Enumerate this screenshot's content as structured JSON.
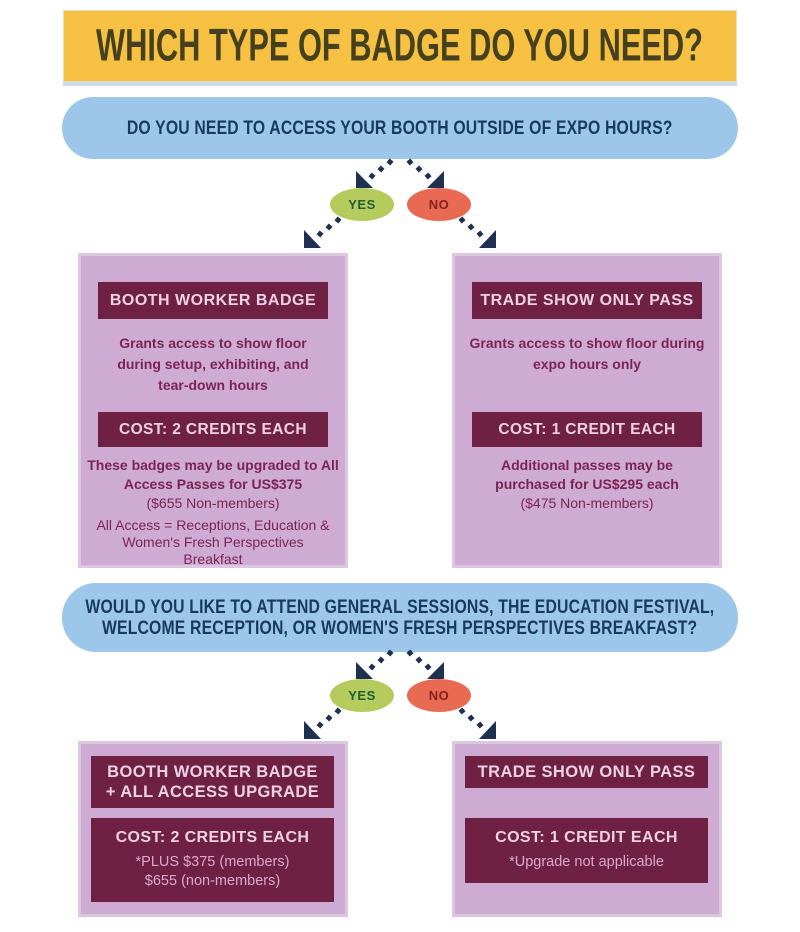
{
  "colors": {
    "banner_bg": "#F6C143",
    "banner_text": "#45411E",
    "question_bg": "#9DC6EB",
    "question_text": "#173A5E",
    "yes_bg": "#B5CB5E",
    "yes_text": "#1B5E33",
    "no_bg": "#E86A52",
    "no_text": "#8A2020",
    "arrow": "#1E3150",
    "card_bg": "#CEABD3",
    "card_border": "#DDC7E0",
    "maroon": "#6E2143",
    "bar_text": "#ECD2E4",
    "body_text": "#7B2453",
    "note_text": "#DBA9CC"
  },
  "banner": {
    "title": "WHICH TYPE OF BADGE DO YOU NEED?"
  },
  "question1": {
    "text": "DO YOU NEED TO ACCESS YOUR BOOTH OUTSIDE OF EXPO HOURS?"
  },
  "decision1": {
    "yes": "YES",
    "no": "NO"
  },
  "row1": {
    "left": {
      "title": "BOOTH WORKER BADGE",
      "description": [
        "Grants access to show floor",
        "during setup, exhibiting, and",
        "tear-down hours"
      ],
      "cost": "COST: 2 CREDITS EACH",
      "upgrade_note": [
        "These badges may be upgraded to All",
        "Access Passes for US$375"
      ],
      "price_note": "($655 Non-members)",
      "all_access_note": [
        "All Access = Receptions, Education &",
        "Women's Fresh Perspectives",
        "Breakfast"
      ]
    },
    "right": {
      "title": "TRADE SHOW ONLY PASS",
      "description": [
        "Grants access to show floor during",
        "expo hours only"
      ],
      "cost": "COST: 1 CREDIT EACH",
      "upgrade_note": [
        "Additional passes may be",
        "purchased for US$295 each"
      ],
      "price_note": "($475 Non-members)"
    }
  },
  "question2": {
    "line1": "WOULD YOU LIKE TO ATTEND GENERAL SESSIONS, THE EDUCATION FESTIVAL,",
    "line2": "WELCOME RECEPTION, OR WOMEN'S FRESH PERSPECTIVES BREAKFAST?"
  },
  "decision2": {
    "yes": "YES",
    "no": "NO"
  },
  "row2": {
    "left": {
      "title_line1": "BOOTH WORKER BADGE",
      "title_line2": "+ ALL ACCESS UPGRADE",
      "cost": "COST: 2 CREDITS EACH",
      "note_line1": "*PLUS $375 (members)",
      "note_line2": "$655 (non-members)"
    },
    "right": {
      "title": "TRADE SHOW ONLY PASS",
      "cost": "COST: 1 CREDIT EACH",
      "note_line1": "*Upgrade not applicable"
    }
  }
}
